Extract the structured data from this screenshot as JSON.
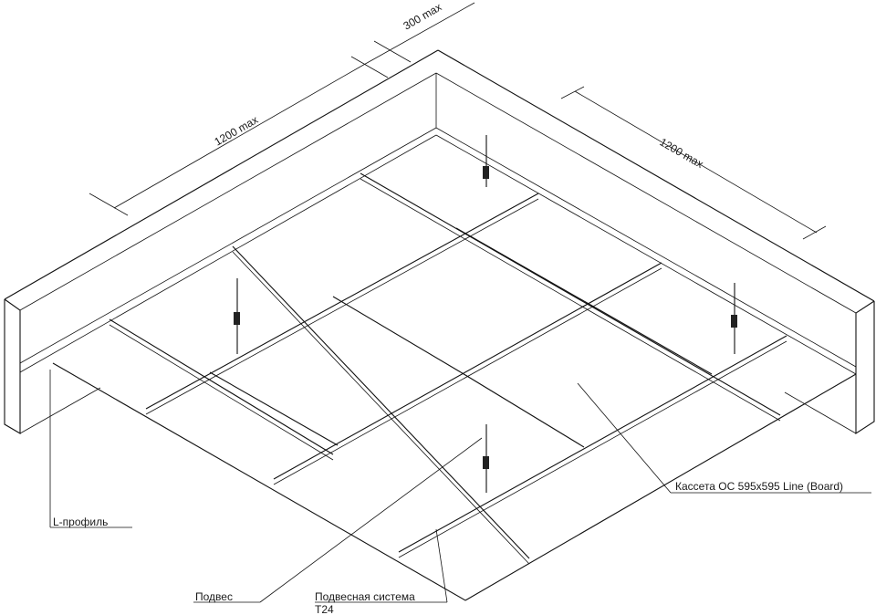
{
  "dimensions": {
    "span_left": "1200 max",
    "hanger_offset": "300 max",
    "span_right": "1200 max"
  },
  "labels": {
    "l_profile": "L-профиль",
    "hanger": "Подвес",
    "suspension_line1": "Подвесная система",
    "suspension_line2": "T24",
    "cassette": "Кассета ОС 595x595 Line (Board)"
  }
}
